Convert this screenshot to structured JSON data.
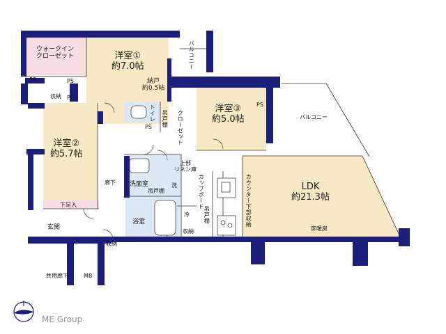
{
  "rooms": {
    "walk_in_closet": {
      "line1": "ウォークイン",
      "line2": "クローゼット"
    },
    "western1": {
      "name": "洋室①",
      "size": "約7.0帖"
    },
    "western2": {
      "name": "洋室②",
      "size": "約5.7帖"
    },
    "western3": {
      "name": "洋室③",
      "size": "約5.0帖"
    },
    "ldk": {
      "name": "LDK",
      "size": "約21.3帖"
    },
    "nando": {
      "name": "納戸",
      "size": "約0.5帖"
    },
    "toilet": "トイレ",
    "washroom": "洗面室",
    "bathroom": "浴室",
    "entrance": "玄関",
    "corridor": "廊下",
    "balcony_top": "バルコニー",
    "balcony_right": "バルコニー"
  },
  "labels": {
    "ps": "PS",
    "storage": "収納",
    "hanging_shelf": "吊戸棚",
    "closet": "クローゼット",
    "upper_linen": {
      "line1": "上部",
      "line2": "リネン庫"
    },
    "wash": "洗",
    "fridge": "冷",
    "cupboard": "カップボード",
    "counter": "カウンター下部収納",
    "floor_heating": "床暖房",
    "shoe_storage": "下足入",
    "common_corridor": "共用廊下",
    "mb": "MB"
  },
  "logo": {
    "text": "ME Group"
  },
  "colors": {
    "wall": "#1b1f7a",
    "room": "#f7e9c4",
    "wic": "#f8dde3",
    "wet": "#dce8f6",
    "line": "#333333"
  }
}
